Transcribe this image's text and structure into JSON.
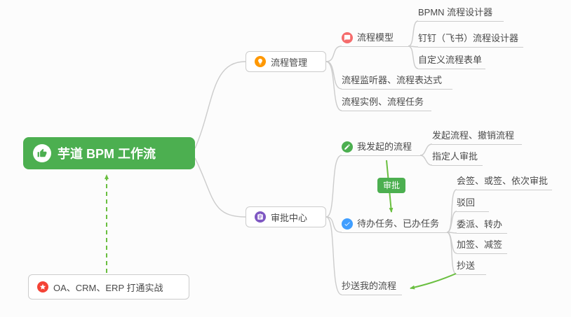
{
  "title": {
    "root": "芋道 BPM 工作流"
  },
  "nodes": {
    "process_mgmt": "流程管理",
    "process_model": "流程模型",
    "bpmn_designer": "BPMN 流程设计器",
    "dingtalk_designer": "钉钉（飞书）流程设计器",
    "custom_form": "自定义流程表单",
    "listener_expression": "流程监听器、流程表达式",
    "instance_task": "流程实例、流程任务",
    "approval_center": "审批中心",
    "my_initiated": "我发起的流程",
    "initiate_cancel": "发起流程、撤销流程",
    "assignee_approval": "指定人审批",
    "todo_done": "待办任务、已办任务",
    "countersign": "会签、或签、依次审批",
    "reject": "驳回",
    "delegate_transfer": "委派、转办",
    "add_reduce_sign": "加签、减签",
    "cc": "抄送",
    "cc_my_process": "抄送我的流程",
    "oa_practice": "OA、CRM、ERP 打通实战"
  },
  "tag": {
    "approval": "审批"
  },
  "icons": {
    "root": "thumbs-up-icon",
    "process_mgmt": "lightbulb-icon",
    "process_model": "chat-bubble-icon",
    "approval_center": "clipboard-icon",
    "my_initiated": "pencil-icon",
    "todo_done": "check-icon",
    "oa_practice": "star-icon"
  },
  "colors": {
    "root_bg": "#4caf50",
    "branch_orange": "#ff9800",
    "branch_red": "#f56c6c",
    "branch_purple": "#7e57c2",
    "branch_green": "#4caf50",
    "branch_blue": "#409eff",
    "badge_red": "#f44336",
    "arrow_green": "#6abf40",
    "wire_gray": "#cccccc"
  }
}
